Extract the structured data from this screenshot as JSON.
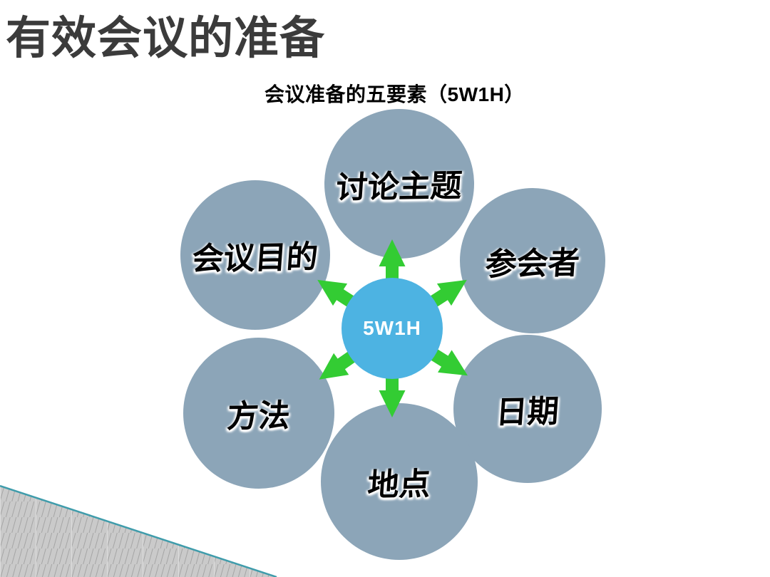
{
  "slide": {
    "title": "有效会议的准备",
    "diagram_title": "会议准备的五要素（5W1H）"
  },
  "diagram": {
    "type": "radial",
    "center": {
      "label": "5W1H"
    },
    "nodes": [
      {
        "label": "讨论主题",
        "position": "top"
      },
      {
        "label": "参会者",
        "position": "top-right"
      },
      {
        "label": "日期",
        "position": "bottom-right"
      },
      {
        "label": "地点",
        "position": "bottom"
      },
      {
        "label": "方法",
        "position": "bottom-left"
      },
      {
        "label": "会议目的",
        "position": "top-left"
      }
    ],
    "arrows": {
      "directions": [
        "up",
        "upper-right",
        "lower-right",
        "down",
        "lower-left",
        "upper-left"
      ]
    },
    "colors": {
      "node_fill": "#8CA5B8",
      "center_fill": "#4DB3E2",
      "arrow_green": "#33CC33",
      "corner_line_teal": "#3F9CAB",
      "corner_fill_gray": "#CACACA",
      "corner_hatch_gray": "#A5A5A5",
      "title_gray": "#3B3B3B"
    }
  }
}
